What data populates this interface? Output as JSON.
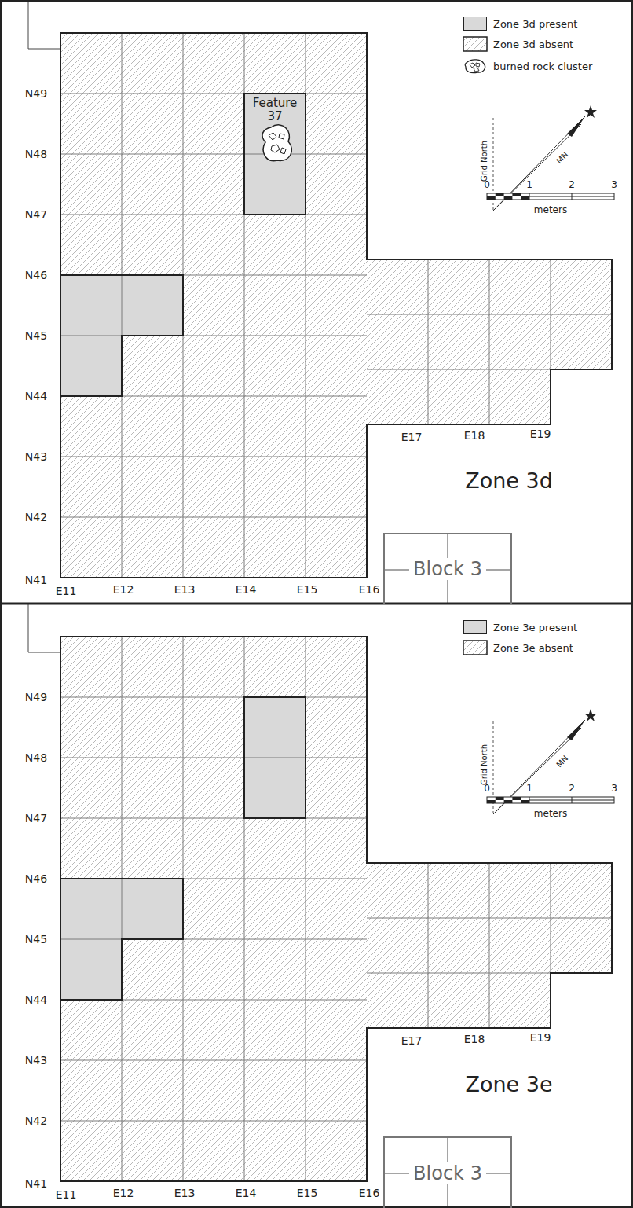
{
  "diagram": {
    "nodes": [
      {
        "text": [
          "Block 3"
        ]
      },
      {
        "text": [
          "Block 3"
        ]
      }
    ],
    "edges": [],
    "labels": [
      "Feature 37",
      "Grid North",
      "MN",
      "0",
      "1",
      "2",
      "3",
      "meters",
      "N49",
      "N48",
      "N47",
      "N46",
      "N45",
      "N44",
      "N43",
      "N42",
      "N41",
      "E11",
      "E12",
      "E13",
      "E14",
      "E15",
      "E16",
      "E17",
      "E18",
      "E19",
      "Zone 3d",
      "Grid North",
      "MN",
      "0",
      "1",
      "2",
      "3",
      "meters",
      "N49",
      "N48",
      "N47",
      "N46",
      "N45",
      "N44",
      "N43",
      "N42",
      "N41",
      "E11",
      "E12",
      "E13",
      "E14",
      "E15",
      "E16",
      "E17",
      "E18",
      "E19",
      "Zone 3e"
    ],
    "legend": [
      {
        "text": "Zone 3d present",
        "color": "#d9d9d9"
      },
      {
        "text": "Zone 3d absent"
      },
      {
        "text": "burned rock cluster"
      },
      {
        "text": "Zone 3e present",
        "color": "#d9d9d9"
      },
      {
        "text": "Zone 3e absent"
      }
    ]
  }
}
